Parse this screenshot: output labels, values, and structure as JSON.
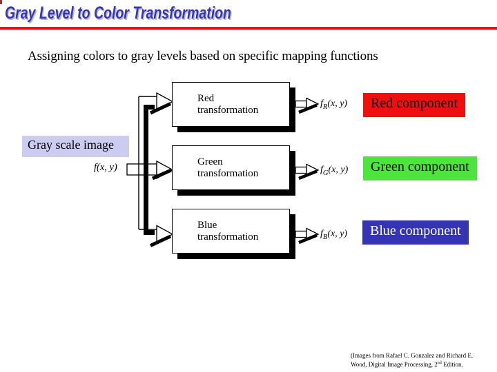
{
  "slide": {
    "title": "Gray Level to Color Transformation",
    "title_color": "#3737b2",
    "accent_rule_color": "#e81111",
    "subtitle": "Assigning colors to gray levels based on specific mapping functions"
  },
  "diagram": {
    "input_label": "Gray scale image",
    "input_label_bg": "#ccccf0",
    "input_signal": {
      "fname": "f",
      "args": "(x, y)"
    },
    "transform_boxes": [
      {
        "line1": "Red",
        "line2": "transformation"
      },
      {
        "line1": "Green",
        "line2": "transformation"
      },
      {
        "line1": "Blue",
        "line2": "transformation"
      }
    ],
    "outputs": [
      {
        "fname": "f",
        "sub": "R",
        "args": "(x, y)"
      },
      {
        "fname": "f",
        "sub": "G",
        "args": "(x, y)"
      },
      {
        "fname": "f",
        "sub": "B",
        "args": "(x, y)"
      }
    ],
    "components": [
      {
        "label": "Red component",
        "bg": "#ee0f0f",
        "text_color": "#000000"
      },
      {
        "label": "Green component",
        "bg": "#4de53c",
        "text_color": "#000000"
      },
      {
        "label": "Blue component",
        "bg": "#3434b4",
        "text_color": "#ffffff"
      }
    ],
    "arrow_color": "#000000"
  },
  "footer": {
    "citation_line1": "(Images from Rafael C. Gonzalez and Richard E.",
    "citation_line2_pre": "Wood, Digital Image Processing, 2",
    "citation_line2_sup": "nd",
    "citation_line2_post": " Edition."
  }
}
